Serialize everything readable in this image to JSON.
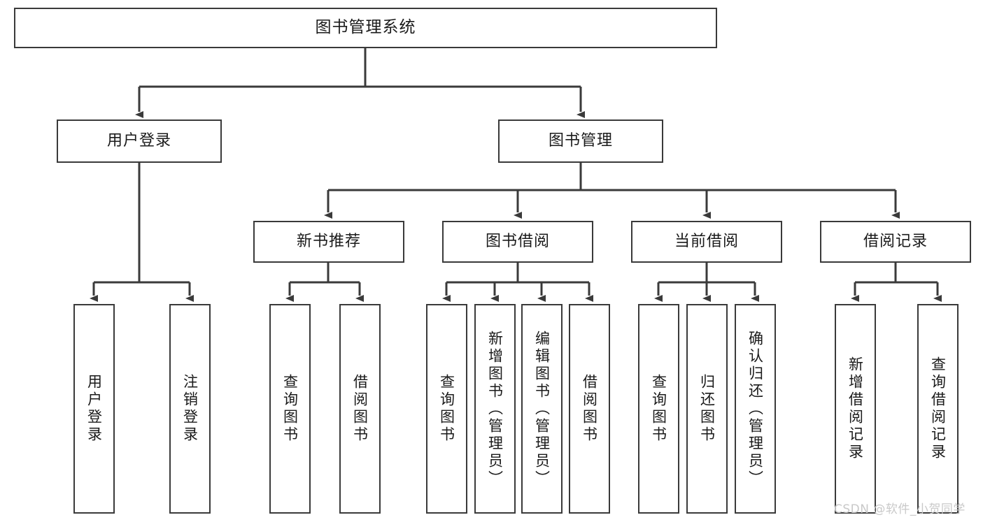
{
  "diagram": {
    "type": "tree",
    "title": "图书管理系统",
    "watermark": "CSDN @软件_小贺同学",
    "colors": {
      "box_border": "#3a3a3a",
      "box_fill": "#ffffff",
      "edge": "#3a3a3a",
      "text": "#1a1a1a",
      "watermark": "#c9c9c9",
      "background": "#ffffff"
    },
    "nodes": {
      "root": {
        "label": "图书管理系统"
      },
      "level2": [
        {
          "label": "用户登录"
        },
        {
          "label": "图书管理"
        }
      ],
      "level3": [
        {
          "label": "新书推荐"
        },
        {
          "label": "图书借阅"
        },
        {
          "label": "当前借阅"
        },
        {
          "label": "借阅记录"
        }
      ],
      "leaves_user_login": [
        {
          "label": "用户登录"
        },
        {
          "label": "注销登录"
        }
      ],
      "leaves_new_book": [
        {
          "label": "查询图书"
        },
        {
          "label": "借阅图书"
        }
      ],
      "leaves_borrow": [
        {
          "label": "查询图书"
        },
        {
          "label": "新增图书（管理员）"
        },
        {
          "label": "编辑图书（管理员）"
        },
        {
          "label": "借阅图书"
        }
      ],
      "leaves_current": [
        {
          "label": "查询图书"
        },
        {
          "label": "归还图书"
        },
        {
          "label": "确认归还（管理员）"
        }
      ],
      "leaves_records": [
        {
          "label": "新增借阅记录"
        },
        {
          "label": "查询借阅记录"
        }
      ]
    }
  }
}
